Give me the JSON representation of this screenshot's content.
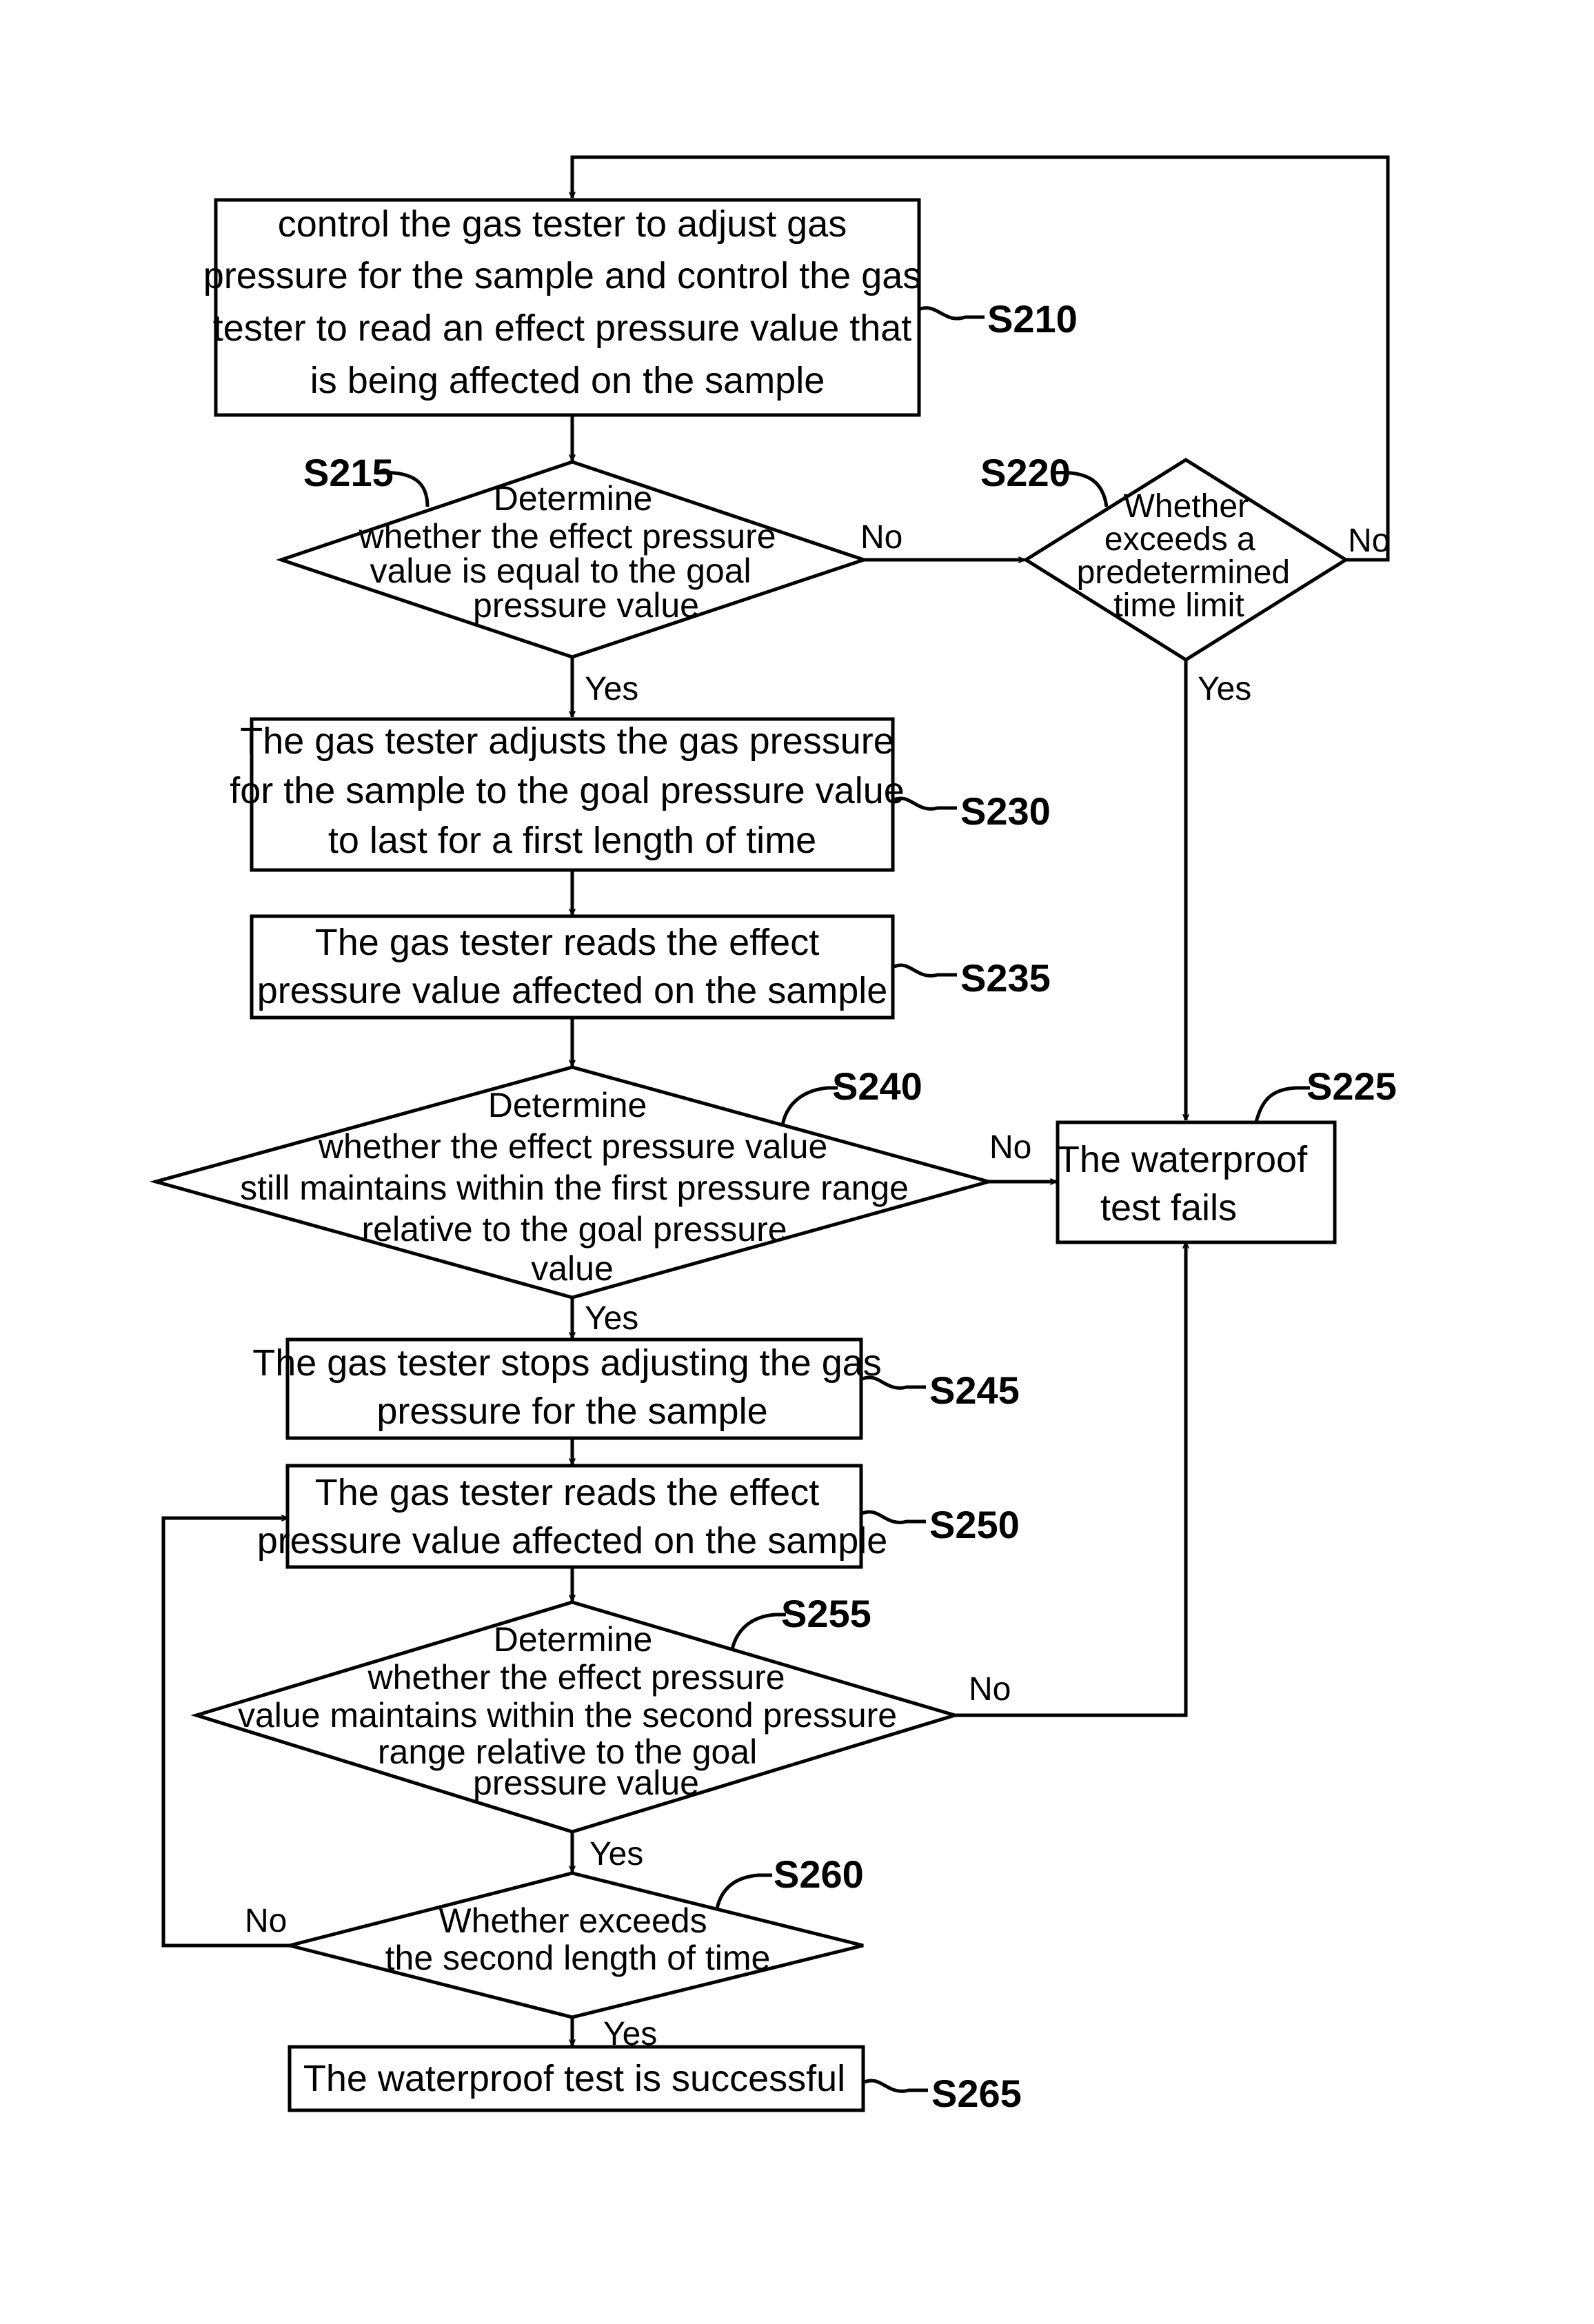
{
  "steps": {
    "s210": {
      "id": "S210",
      "lines": [
        "control the gas tester to adjust gas",
        "pressure for the sample and control the gas",
        "tester to read an effect pressure value that",
        "is being affected on the sample"
      ]
    },
    "s215": {
      "id": "S215",
      "lines": [
        "Determine",
        "whether the effect pressure",
        "value is equal to the goal",
        "pressure value"
      ]
    },
    "s220": {
      "id": "S220",
      "lines": [
        "Whether",
        "exceeds a",
        "predetermined",
        "time limit"
      ]
    },
    "s225": {
      "id": "S225",
      "lines": [
        "The waterproof",
        "test fails"
      ]
    },
    "s230": {
      "id": "S230",
      "lines": [
        "The gas tester adjusts the gas pressure",
        "for the sample to the goal pressure value",
        "to last for a first length of time"
      ]
    },
    "s235": {
      "id": "S235",
      "lines": [
        "The gas tester reads the effect",
        "pressure value affected on the sample"
      ]
    },
    "s240": {
      "id": "S240",
      "lines": [
        "Determine",
        "whether the effect pressure value",
        "still maintains within the first pressure range",
        "relative to the goal pressure",
        "value"
      ]
    },
    "s245": {
      "id": "S245",
      "lines": [
        "The gas tester stops adjusting the gas",
        "pressure for the sample"
      ]
    },
    "s250": {
      "id": "S250",
      "lines": [
        "The gas tester reads the effect",
        "pressure value affected on the sample"
      ]
    },
    "s255": {
      "id": "S255",
      "lines": [
        "Determine",
        "whether the effect pressure",
        "value maintains within the second pressure",
        "range relative to the goal",
        "pressure value"
      ]
    },
    "s260": {
      "id": "S260",
      "lines": [
        "Whether exceeds",
        "the second length of time"
      ]
    },
    "s265": {
      "id": "S265",
      "lines": [
        "The waterproof test is successful"
      ]
    }
  },
  "edge_labels": {
    "yes": "Yes",
    "no": "No"
  }
}
